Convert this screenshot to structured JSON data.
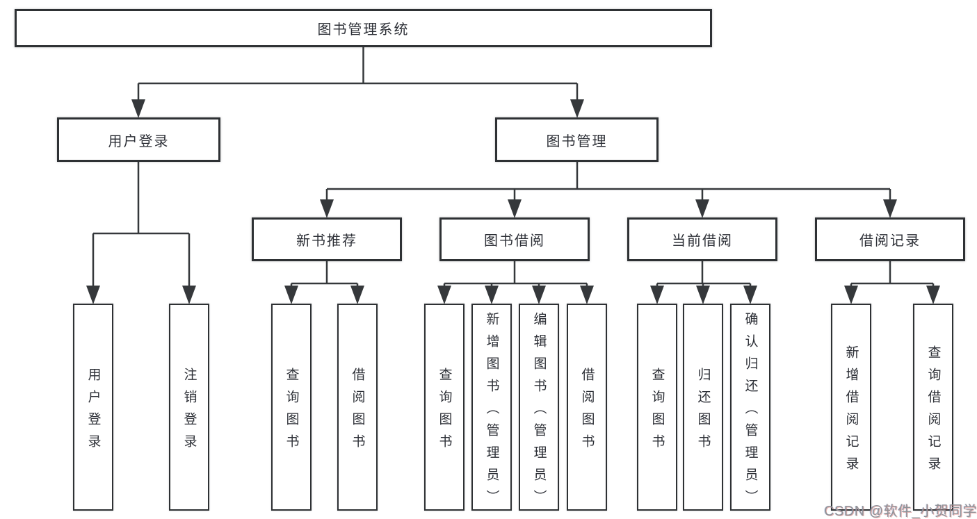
{
  "diagram": {
    "title": "图书管理系统",
    "level2": [
      {
        "label": "用户登录"
      },
      {
        "label": "图书管理"
      }
    ],
    "level3": [
      {
        "label": "新书推荐"
      },
      {
        "label": "图书借阅"
      },
      {
        "label": "当前借阅"
      },
      {
        "label": "借阅记录"
      }
    ],
    "leaves": [
      {
        "label": "用户登录"
      },
      {
        "label": "注销登录"
      },
      {
        "label": "查询图书"
      },
      {
        "label": "借阅图书"
      },
      {
        "label": "查询图书"
      },
      {
        "label": "新增图书（管理员）"
      },
      {
        "label": "编辑图书（管理员）"
      },
      {
        "label": "借阅图书"
      },
      {
        "label": "查询图书"
      },
      {
        "label": "归还图书"
      },
      {
        "label": "确认归还（管理员）"
      },
      {
        "label": "新增借阅记录"
      },
      {
        "label": "查询借阅记录"
      }
    ]
  },
  "watermark": {
    "text": "CSDN @软件_小贺同学"
  },
  "colors": {
    "line": "#35383b",
    "box_border": "#2e3134",
    "text": "#2c2f36",
    "watermark_text": "#8f9398",
    "background": "#ffffff"
  }
}
